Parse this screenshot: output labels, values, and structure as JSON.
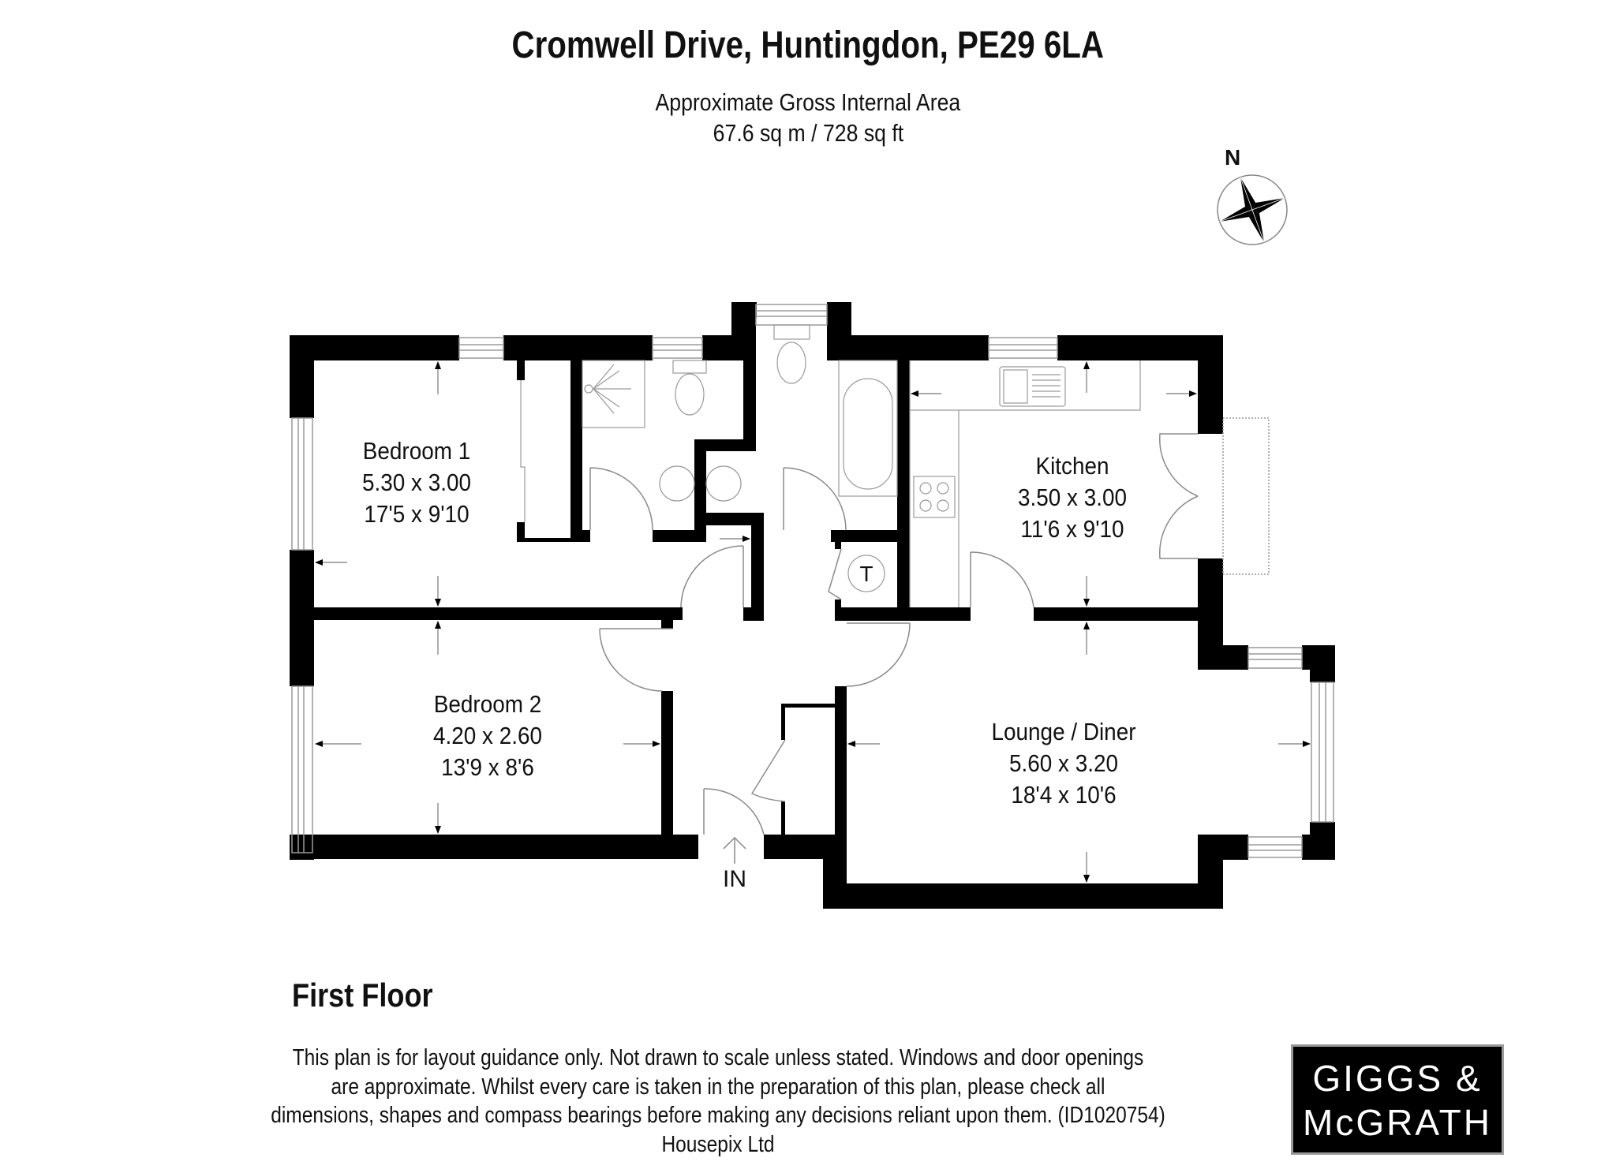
{
  "header": {
    "title": "Cromwell Drive, Huntingdon, PE29 6LA",
    "area_label": "Approximate Gross Internal Area",
    "area_value": "67.6 sq m / 728 sq ft"
  },
  "compass": {
    "north_label": "N",
    "icon": "compass-rose-icon"
  },
  "floor": {
    "name": "First Floor",
    "entrance_label": "IN",
    "rooms": [
      {
        "name": "Bedroom 1",
        "metric": "5.30 x 3.00",
        "imperial": "17'5 x 9'10"
      },
      {
        "name": "Bedroom 2",
        "metric": "4.20 x 2.60",
        "imperial": "13'9 x 8'6"
      },
      {
        "name": "Kitchen",
        "metric": "3.50 x 3.00",
        "imperial": "11'6 x 9'10"
      },
      {
        "name": "Lounge / Diner",
        "metric": "5.60 x 3.20",
        "imperial": "18'4 x 10'6"
      }
    ],
    "cupboard_symbol": "T"
  },
  "footer": {
    "disclaimer_lines": [
      "This plan is for layout guidance only. Not drawn to scale unless stated. Windows and door openings",
      "are approximate. Whilst every care is taken in the preparation of this plan, please check all",
      "dimensions, shapes and compass bearings before making any decisions reliant upon them. (ID1020754)",
      "Housepix Ltd"
    ]
  },
  "logo": {
    "line1": "GIGGS &",
    "line2": "McGRATH",
    "background": "#000000",
    "text_color": "#ffffff"
  },
  "colors": {
    "wall": "#000000",
    "fixture_line": "#9a9a9a",
    "background": "#ffffff"
  }
}
